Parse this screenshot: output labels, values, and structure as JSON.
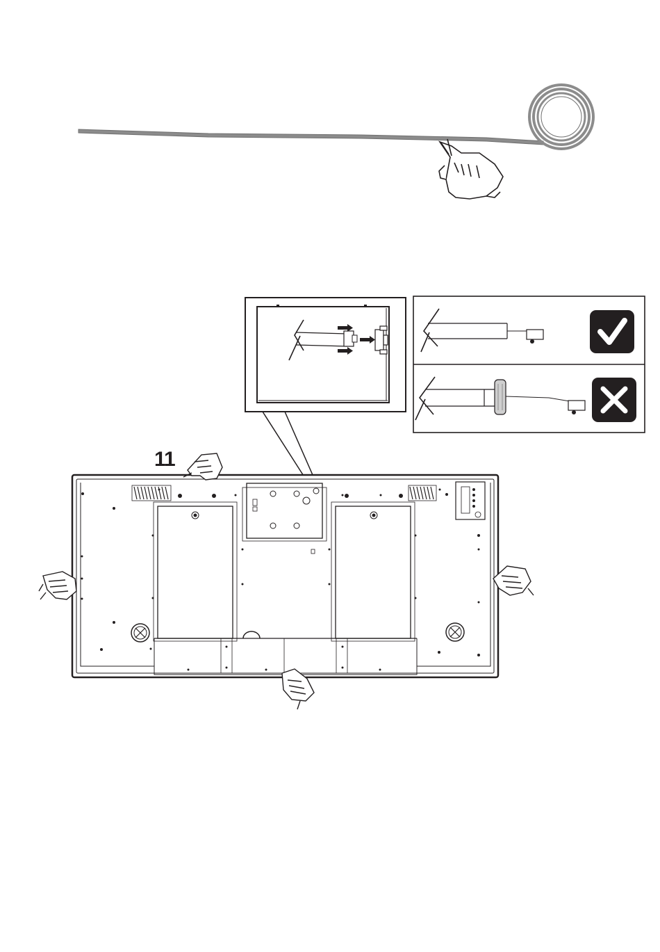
{
  "step": {
    "number": "11"
  },
  "panels": {
    "correct": {
      "icon": "check-icon",
      "status": "correct",
      "color": "#231f20"
    },
    "incorrect": {
      "icon": "cross-icon",
      "status": "incorrect",
      "color": "#231f20"
    }
  },
  "colors": {
    "line": "#231f20",
    "cable": "#8c8c8c",
    "background": "#ffffff",
    "ferrite": "#cfcfcf"
  }
}
